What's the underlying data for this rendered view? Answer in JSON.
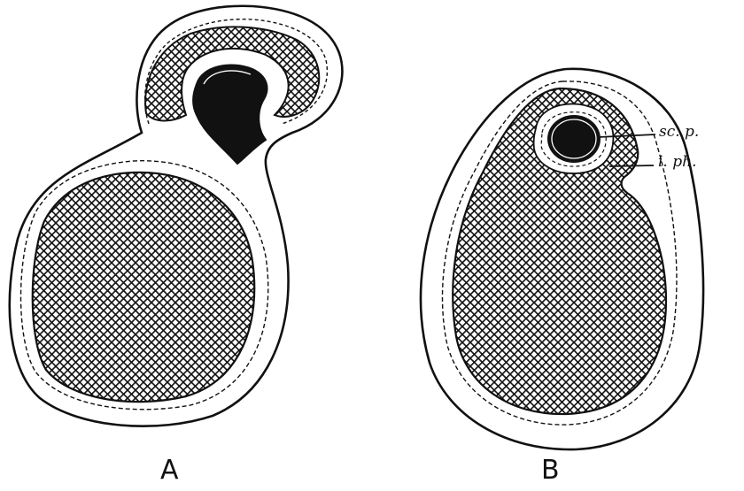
{
  "panels": [
    {
      "letter": "A"
    },
    {
      "letter": "B",
      "labels": {
        "inner": "sc. p.",
        "outer": "i. ph."
      }
    }
  ],
  "colors": {
    "ink": "#111111",
    "paper": "#ffffff"
  }
}
